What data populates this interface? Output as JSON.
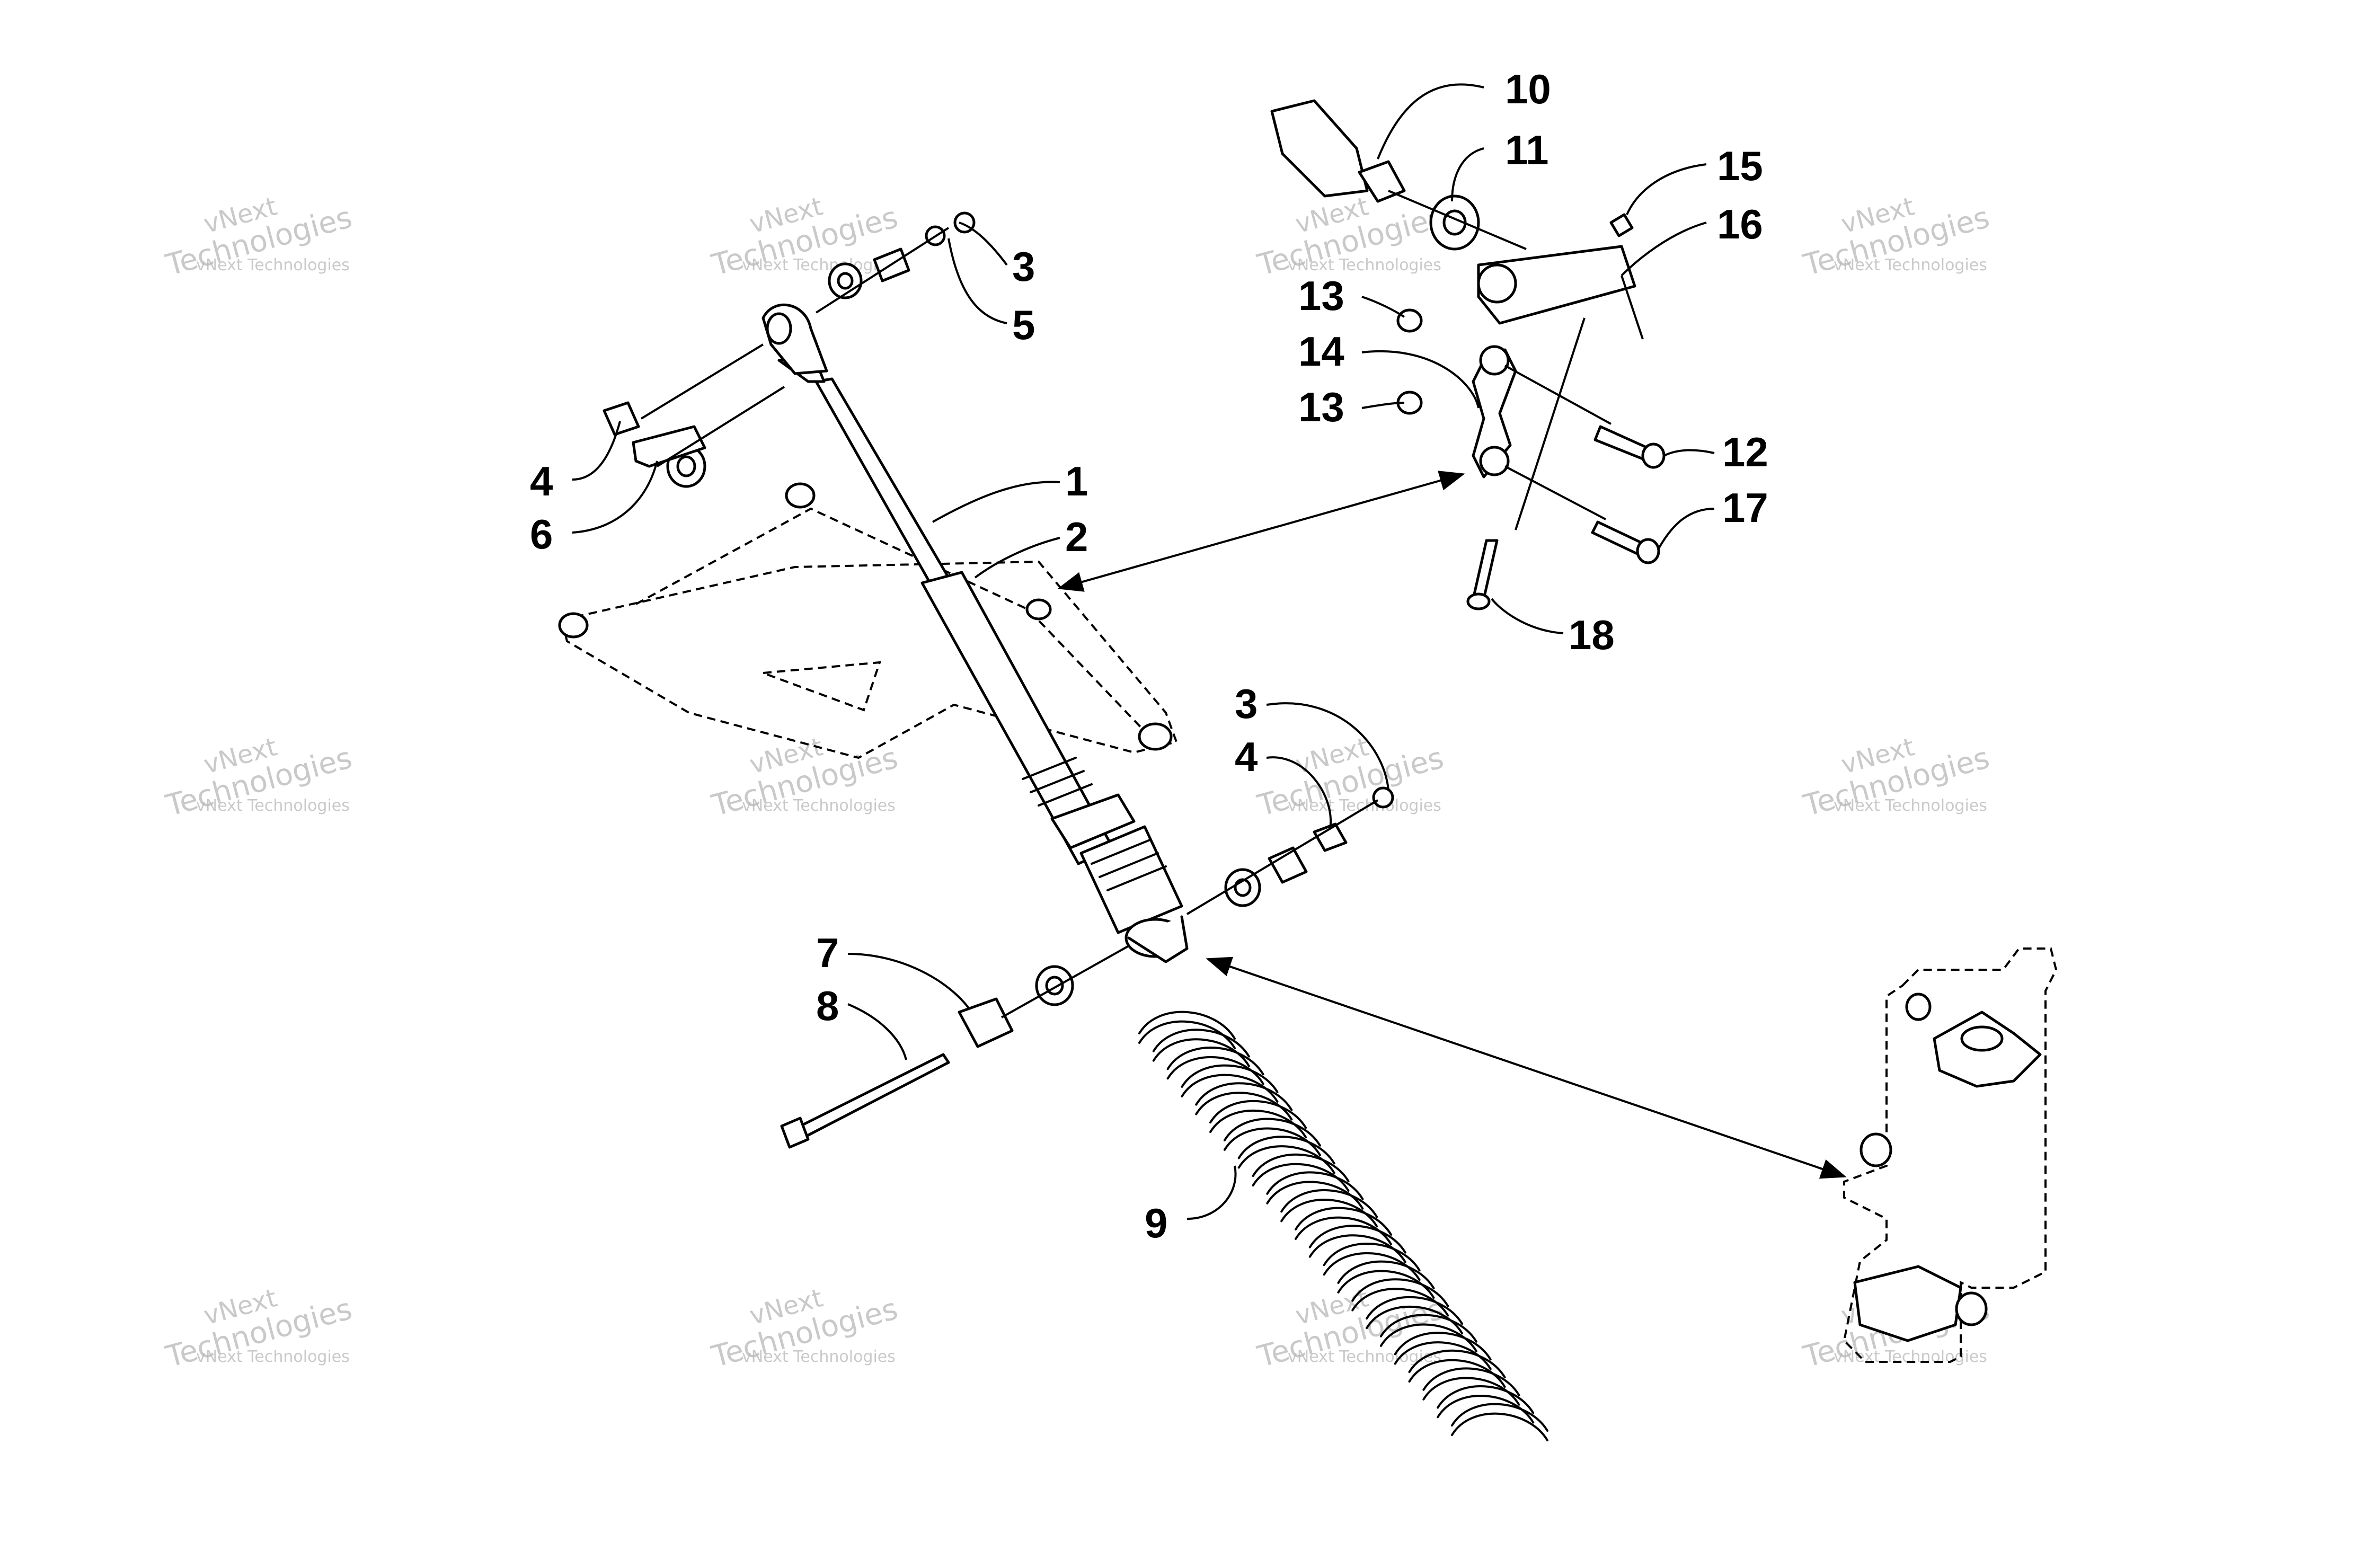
{
  "watermark": {
    "line1": "vNext",
    "line2": "Technologies",
    "line3": "vNext Technologies"
  },
  "callouts": [
    {
      "id": "c1",
      "text": "1"
    },
    {
      "id": "c2",
      "text": "2"
    },
    {
      "id": "c3a",
      "text": "3"
    },
    {
      "id": "c3b",
      "text": "3"
    },
    {
      "id": "c4a",
      "text": "4"
    },
    {
      "id": "c4b",
      "text": "4"
    },
    {
      "id": "c5",
      "text": "5"
    },
    {
      "id": "c6",
      "text": "6"
    },
    {
      "id": "c7",
      "text": "7"
    },
    {
      "id": "c8",
      "text": "8"
    },
    {
      "id": "c9",
      "text": "9"
    },
    {
      "id": "c10",
      "text": "10"
    },
    {
      "id": "c11",
      "text": "11"
    },
    {
      "id": "c12",
      "text": "12"
    },
    {
      "id": "c13a",
      "text": "13"
    },
    {
      "id": "c13b",
      "text": "13"
    },
    {
      "id": "c14",
      "text": "14"
    },
    {
      "id": "c15",
      "text": "15"
    },
    {
      "id": "c16",
      "text": "16"
    },
    {
      "id": "c17",
      "text": "17"
    },
    {
      "id": "c18",
      "text": "18"
    }
  ],
  "colors": {
    "line": "#000000",
    "background": "#ffffff",
    "watermark": "#b8b8b8"
  }
}
